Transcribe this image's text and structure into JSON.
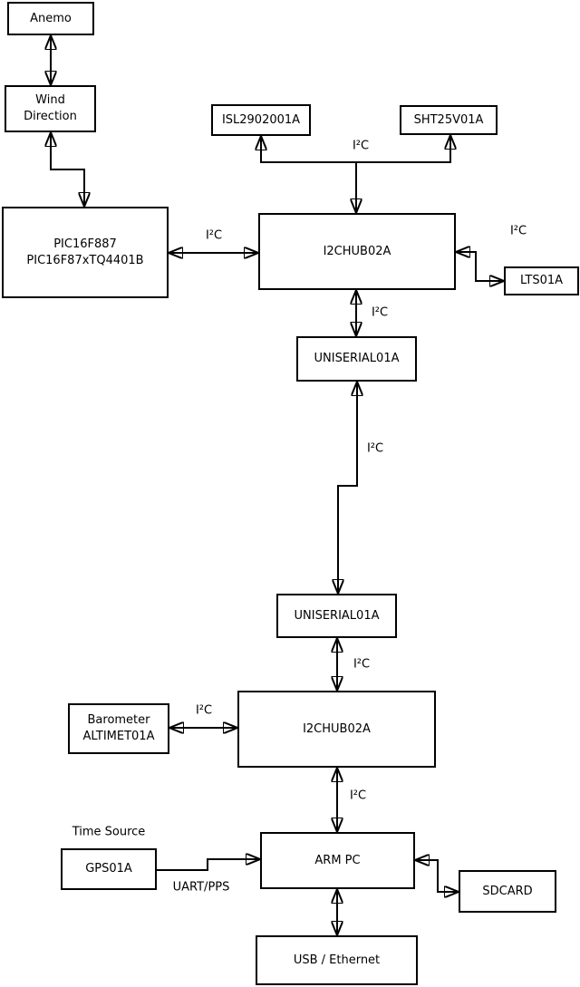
{
  "nodes": {
    "anemo": "Anemo",
    "wind_direction": "Wind\nDirection",
    "pic": "PIC16F887\nPIC16F87xTQ4401B",
    "isl": "ISL2902001A",
    "sht": "SHT25V01A",
    "hub_top": "I2CHUB02A",
    "lts": "LTS01A",
    "uniserial_top": "UNISERIAL01A",
    "uniserial_bottom": "UNISERIAL01A",
    "hub_bottom": "I2CHUB02A",
    "barometer": "Barometer\nALTIMET01A",
    "gps": "GPS01A",
    "arm": "ARM PC",
    "sdcard": "SDCARD",
    "usb": "USB / Ethernet"
  },
  "edge_labels": {
    "bus_top": "I²C",
    "pic_hub": "I²C",
    "hub_lts": "I²C",
    "hub_uniserial": "I²C",
    "uniserial_link": "I²C",
    "uniserial_hub2": "I²C",
    "barometer_hub2": "I²C",
    "hub2_arm": "I²C",
    "gps_arm": "UART/PPS",
    "time_source_caption": "Time Source"
  },
  "colors": {
    "background": "#ffffff",
    "line": "#000000",
    "node_fill": "#ffffff",
    "node_border": "#000000",
    "text": "#000000"
  }
}
